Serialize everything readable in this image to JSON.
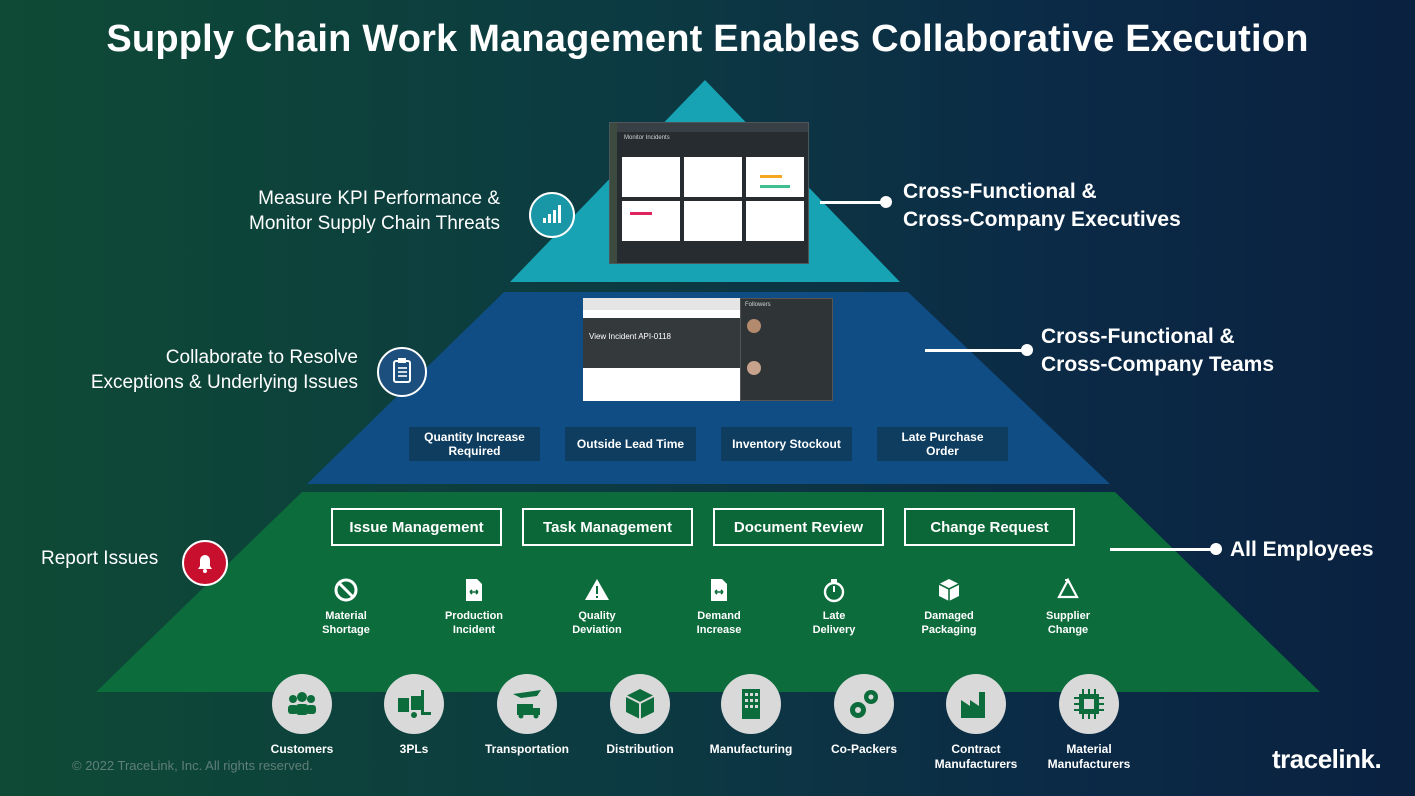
{
  "title": "Supply Chain Work Management Enables Collaborative Execution",
  "tiers": {
    "top": {
      "left_label": [
        "Measure KPI Performance &",
        "Monitor Supply Chain Threats"
      ],
      "right_label": [
        "Cross-Functional &",
        "Cross-Company Executives"
      ],
      "icon": "bar-chart-icon",
      "dashboard_title": "Monitor Incidents"
    },
    "middle": {
      "left_label": [
        "Collaborate to Resolve",
        "Exceptions & Underlying Issues"
      ],
      "right_label": [
        "Cross-Functional &",
        "Cross-Company Teams"
      ],
      "icon": "clipboard-icon",
      "mock_title": "View Incident API-0118",
      "mock_panel_title": "Followers",
      "issue_boxes": [
        [
          "Quantity Increase",
          "Required"
        ],
        [
          "Outside Lead Time"
        ],
        [
          "Inventory Stockout"
        ],
        [
          "Late Purchase",
          "Order"
        ]
      ]
    },
    "bottom": {
      "left_label": "Report Issues",
      "right_label": "All Employees",
      "icon": "alert-bell-icon",
      "apps": [
        "Issue Management",
        "Task Management",
        "Document Review",
        "Change Request"
      ],
      "issue_types": [
        {
          "label": [
            "Material",
            "Shortage"
          ],
          "icon": "prohibited-icon"
        },
        {
          "label": [
            "Production",
            "Incident"
          ],
          "icon": "document-icon"
        },
        {
          "label": [
            "Quality",
            "Deviation"
          ],
          "icon": "warning-icon"
        },
        {
          "label": [
            "Demand",
            "Increase"
          ],
          "icon": "document-icon"
        },
        {
          "label": [
            "Late",
            "Delivery"
          ],
          "icon": "stopwatch-icon"
        },
        {
          "label": [
            "Damaged",
            "Packaging"
          ],
          "icon": "box-icon"
        },
        {
          "label": [
            "Supplier",
            "Change"
          ],
          "icon": "recycle-icon"
        }
      ]
    }
  },
  "partners": [
    {
      "label": [
        "Customers"
      ],
      "icon": "people-icon"
    },
    {
      "label": [
        "3PLs"
      ],
      "icon": "forklift-icon"
    },
    {
      "label": [
        "Transportation"
      ],
      "icon": "plane-truck-icon"
    },
    {
      "label": [
        "Distribution"
      ],
      "icon": "package-icon"
    },
    {
      "label": [
        "Manufacturing"
      ],
      "icon": "building-icon"
    },
    {
      "label": [
        "Co-Packers"
      ],
      "icon": "gears-icon"
    },
    {
      "label": [
        "Contract",
        "Manufacturers"
      ],
      "icon": "factory-icon"
    },
    {
      "label": [
        "Material",
        "Manufacturers"
      ],
      "icon": "chip-icon"
    }
  ],
  "copyright": "© 2022 TraceLink, Inc. All rights reserved.",
  "logo": "tracelink.",
  "colors": {
    "top": "#18a5b4",
    "middle": "#0f4e86",
    "bottom": "#0d6e3a",
    "alert": "#c8102e"
  }
}
